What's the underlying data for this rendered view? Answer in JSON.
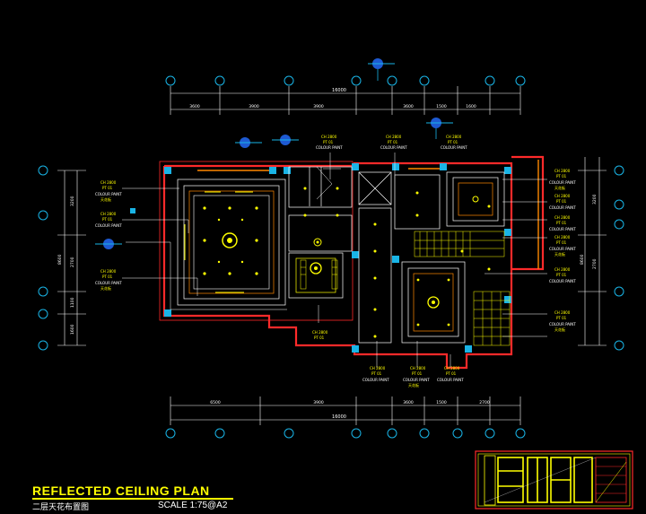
{
  "drawing": {
    "title": "REFLECTED CEILING PLAN",
    "subtitle": "二层天花布置图",
    "scale": "SCALE  1:75@A2"
  },
  "dimensions": {
    "top_overall": "16000",
    "top_segments": [
      "3600",
      "3900",
      "3900",
      "3600",
      "1500",
      "1600"
    ],
    "bottom_overall": "16000",
    "bottom_segments": [
      "6500",
      "3900",
      "3600",
      "1500",
      "2700"
    ],
    "left_segments": [
      "3200",
      "2700",
      "1100",
      "1600"
    ],
    "left_overall": "8600",
    "right_segments": [
      "3200",
      "2700"
    ],
    "right_overall": "8600"
  },
  "tags": {
    "code": "CH 2800",
    "material": "PT 01",
    "paint": "COLOUR PAINT",
    "note": "天花板"
  },
  "colors": {
    "background": "#000000",
    "wall": "#ff2a2a",
    "ceiling": "#ffffff",
    "dimension": "#ffffff",
    "text": "#ffff00",
    "column": "#19b4e6",
    "fixture": "#1e5ad2",
    "accent": "#ff8800"
  }
}
